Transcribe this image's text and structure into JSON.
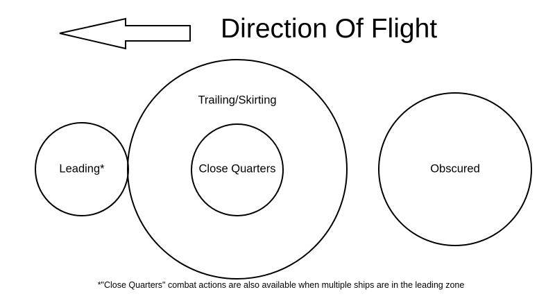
{
  "title": "Direction Of Flight",
  "zones": {
    "leading": "Leading*",
    "trailing": "Trailing/Skirting",
    "close_quarters": "Close Quarters",
    "obscured": "Obscured"
  },
  "footnote": "*\"Close Quarters\" combat actions are also available when multiple ships are in the leading zone"
}
